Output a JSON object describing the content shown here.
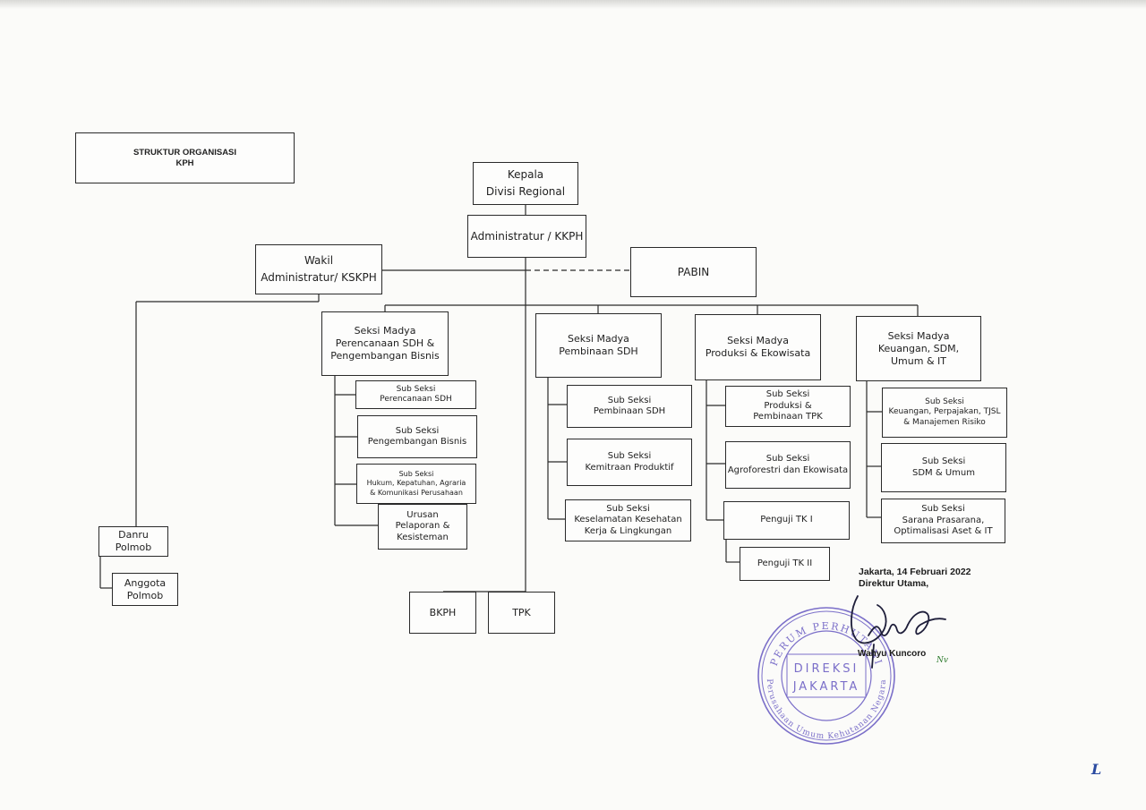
{
  "document": {
    "title_line1": "STRUKTUR ORGANISASI",
    "title_line2": "KPH"
  },
  "nodes": {
    "kepala": "Kepala\nDivisi Regional",
    "administratur": "Administratur / KKPH",
    "wakil": "Wakil\nAdministratur/ KSKPH",
    "pabin": "PABIN",
    "seksi_perencanaan": "Seksi Madya\nPerencanaan SDH &\nPengembangan Bisnis",
    "seksi_pembinaan": "Seksi Madya\nPembinaan SDH",
    "seksi_produksi": "Seksi Madya\nProduksi & Ekowisata",
    "seksi_keuangan": "Seksi Madya\nKeuangan, SDM,\nUmum & IT",
    "sub_perencanaan_sdh": "Sub Seksi\nPerencanaan SDH",
    "sub_pengembangan_bisnis": "Sub Seksi\nPengembangan Bisnis",
    "sub_hukum": "Sub Seksi\nHukum, Kepatuhan, Agraria\n& Komunikasi Perusahaan",
    "urusan_pelaporan": "Urusan\nPelaporan &\nKesisteman",
    "sub_pembinaan_sdh": "Sub Seksi\nPembinaan SDH",
    "sub_kemitraan": "Sub Seksi\nKemitraan Produktif",
    "sub_keselamatan": "Sub Seksi\nKeselamatan Kesehatan\nKerja & Lingkungan",
    "sub_produksi": "Sub Seksi\nProduksi &\nPembinaan TPK",
    "sub_agroforestri": "Sub Seksi\nAgroforestri dan Ekowisata",
    "penguji_tk1": "Penguji TK I",
    "penguji_tk2": "Penguji TK II",
    "sub_keuangan": "Sub Seksi\nKeuangan, Perpajakan, TJSL\n& Manajemen Risiko",
    "sub_sdm": "Sub Seksi\nSDM & Umum",
    "sub_sarana": "Sub Seksi\nSarana Prasarana,\nOptimalisasi Aset & IT",
    "danru": "Danru\nPolmob",
    "anggota": "Anggota\nPolmob",
    "bkph": "BKPH",
    "tpk": "TPK"
  },
  "signature": {
    "place_date": "Jakarta, 14 Februari 2022",
    "position": "Direktur Utama,",
    "name": "Wahyu Kuncoro",
    "paraf": "Nv",
    "page_mark": "L"
  },
  "stamp": {
    "outer_text": "PERUM PERHUTANI",
    "inner_line1": "DIREKSI",
    "inner_line2": "JAKARTA",
    "ring_text": "Perusahaan Umum Kehutanan Negara",
    "color": "#7b6fc9"
  },
  "colors": {
    "line": "#2a2a2a",
    "box_border": "#2a2a2a",
    "stamp": "#7b6fc9",
    "paraf": "#2d7a2d",
    "page_mark": "#2a4aa0"
  }
}
